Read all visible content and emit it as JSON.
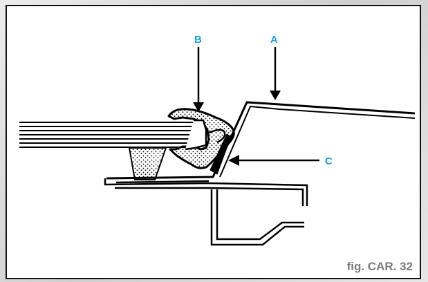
{
  "labels": {
    "a": "A",
    "b": "B",
    "c": "C"
  },
  "caption": "fig. CAR. 32",
  "colors": {
    "label": "#1aa3e0",
    "caption": "#7a7a7a",
    "line": "#000000",
    "background": "#ffffff",
    "frame": "#d9d9d9"
  }
}
